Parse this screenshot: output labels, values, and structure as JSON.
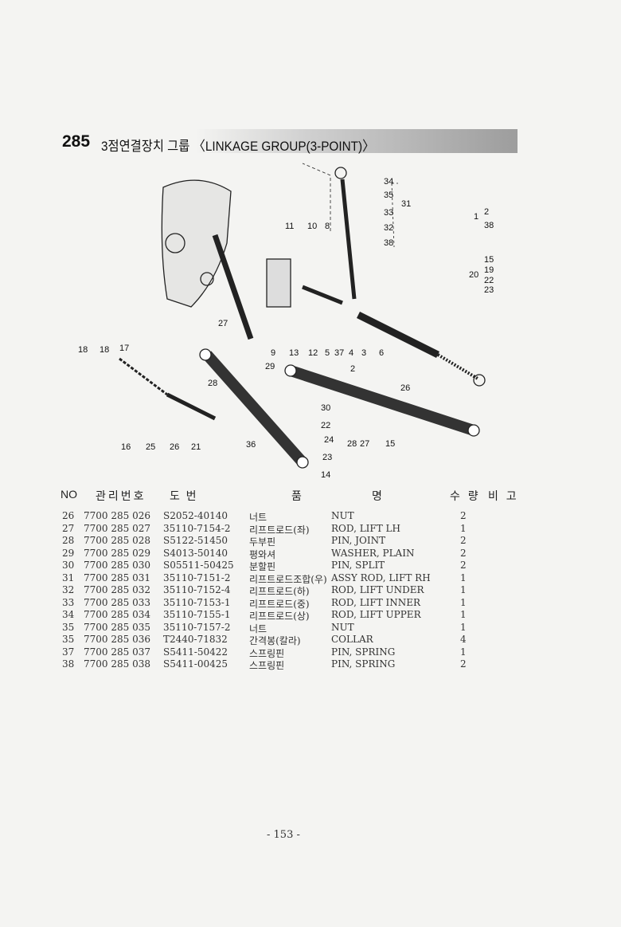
{
  "header": {
    "group_number": "285",
    "group_title": "3점연결장치 그룹 〈LINKAGE GROUP(3-POINT)〉"
  },
  "diagram": {
    "callouts": [
      "34",
      "35",
      "31",
      "33",
      "32",
      "38",
      "11",
      "10",
      "8",
      "1",
      "2",
      "38",
      "15",
      "19",
      "20",
      "22",
      "23",
      "27",
      "18",
      "18",
      "17",
      "9",
      "13",
      "12",
      "5",
      "37",
      "4",
      "3",
      "6",
      "2",
      "29",
      "26",
      "28",
      "30",
      "22",
      "24",
      "23",
      "36",
      "14",
      "16",
      "25",
      "26",
      "21",
      "28",
      "27",
      "15"
    ]
  },
  "table": {
    "headers": {
      "no": "NO",
      "mgmt": "관리번호",
      "drawing": "도  번",
      "name_kr": "품",
      "name_en": "명",
      "qty": "수 량",
      "remark": "비 고"
    },
    "rows": [
      {
        "no": "26",
        "mgmt": "7700 285 026",
        "drawing": "S2052-40140",
        "kr": "너트",
        "en": "NUT",
        "qty": "2"
      },
      {
        "no": "27",
        "mgmt": "7700 285 027",
        "drawing": "35110-7154-2",
        "kr": "리프트로드(좌)",
        "en": "ROD, LIFT LH",
        "qty": "1"
      },
      {
        "no": "28",
        "mgmt": "7700 285 028",
        "drawing": "S5122-51450",
        "kr": "두부핀",
        "en": "PIN, JOINT",
        "qty": "2"
      },
      {
        "no": "29",
        "mgmt": "7700 285 029",
        "drawing": "S4013-50140",
        "kr": "평와셔",
        "en": "WASHER, PLAIN",
        "qty": "2"
      },
      {
        "no": "30",
        "mgmt": "7700 285 030",
        "drawing": "S05511-50425",
        "kr": "분할핀",
        "en": "PIN, SPLIT",
        "qty": "2"
      },
      {
        "no": "31",
        "mgmt": "7700 285 031",
        "drawing": "35110-7151-2",
        "kr": "리프트로드조합(우)",
        "en": "ASSY ROD, LIFT RH",
        "qty": "1"
      },
      {
        "no": "32",
        "mgmt": "7700 285 032",
        "drawing": "35110-7152-4",
        "kr": "리프트로드(하)",
        "en": "ROD, LIFT UNDER",
        "qty": "1"
      },
      {
        "no": "33",
        "mgmt": "7700 285 033",
        "drawing": "35110-7153-1",
        "kr": "리프트로드(중)",
        "en": "ROD, LIFT INNER",
        "qty": "1"
      },
      {
        "no": "34",
        "mgmt": "7700 285 034",
        "drawing": "35110-7155-1",
        "kr": "리프트로드(상)",
        "en": "ROD, LIFT UPPER",
        "qty": "1"
      },
      {
        "no": "35",
        "mgmt": "7700 285 035",
        "drawing": "35110-7157-2",
        "kr": "너트",
        "en": "NUT",
        "qty": "1"
      },
      {
        "no": "35",
        "mgmt": "7700 285 036",
        "drawing": "T2440-71832",
        "kr": "간격봉(칼라)",
        "en": "COLLAR",
        "qty": "4"
      },
      {
        "no": "37",
        "mgmt": "7700 285 037",
        "drawing": "S5411-50422",
        "kr": "스프링핀",
        "en": "PIN, SPRING",
        "qty": "1"
      },
      {
        "no": "38",
        "mgmt": "7700 285 038",
        "drawing": "S5411-00425",
        "kr": "스프링핀",
        "en": "PIN, SPRING",
        "qty": "2"
      }
    ]
  },
  "footer": {
    "page": "- 153 -"
  }
}
